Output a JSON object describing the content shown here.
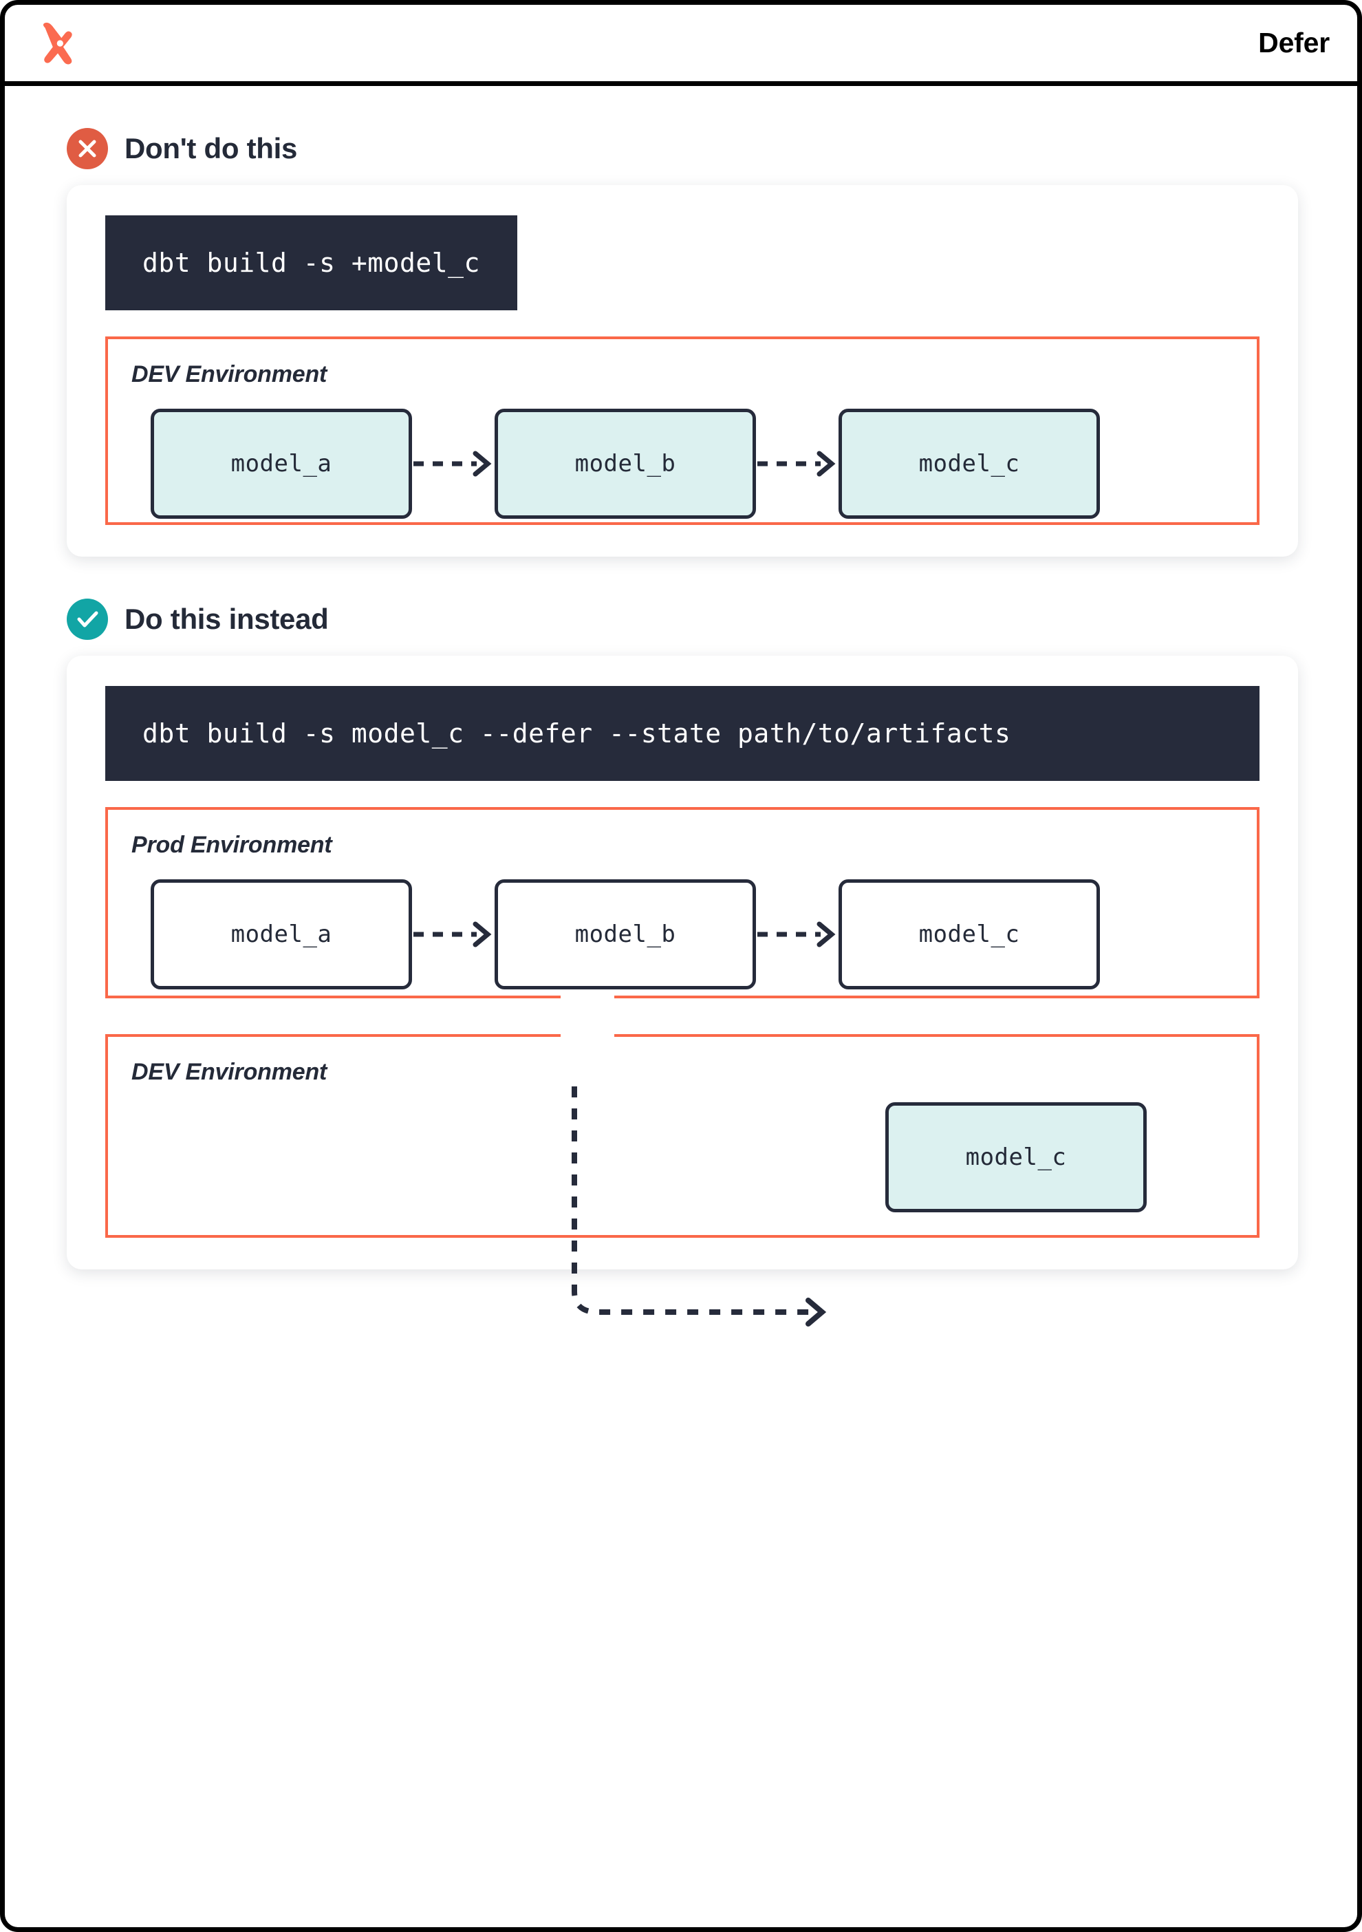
{
  "header": {
    "logo_icon": "dbt-logo-icon",
    "title": "Defer",
    "logo_color": "#FB6B50"
  },
  "colors": {
    "accent_orange": "#FA6849",
    "bad_badge": "#E05C43",
    "good_badge": "#12A5A5",
    "code_bg": "#262B3B",
    "node_cyan": "#DCF1F0",
    "ink": "#242A38"
  },
  "sections": [
    {
      "id": "dont",
      "badge_icon": "x-circle-icon",
      "title": "Don't do this",
      "command": "dbt build -s +model_c",
      "environments": [
        {
          "label": "DEV Environment",
          "nodes": [
            {
              "label": "model_a",
              "style": "cyan"
            },
            {
              "label": "model_b",
              "style": "cyan"
            },
            {
              "label": "model_c",
              "style": "cyan"
            }
          ]
        }
      ]
    },
    {
      "id": "do",
      "badge_icon": "check-circle-icon",
      "title": "Do this instead",
      "command": "dbt build -s model_c --defer --state path/to/artifacts",
      "environments": [
        {
          "label": "Prod Environment",
          "nodes": [
            {
              "label": "model_a",
              "style": "plain"
            },
            {
              "label": "model_b",
              "style": "plain"
            },
            {
              "label": "model_c",
              "style": "plain"
            }
          ]
        },
        {
          "label": "DEV Environment",
          "nodes": [
            {
              "label": "model_c",
              "style": "cyan"
            }
          ]
        }
      ]
    }
  ]
}
